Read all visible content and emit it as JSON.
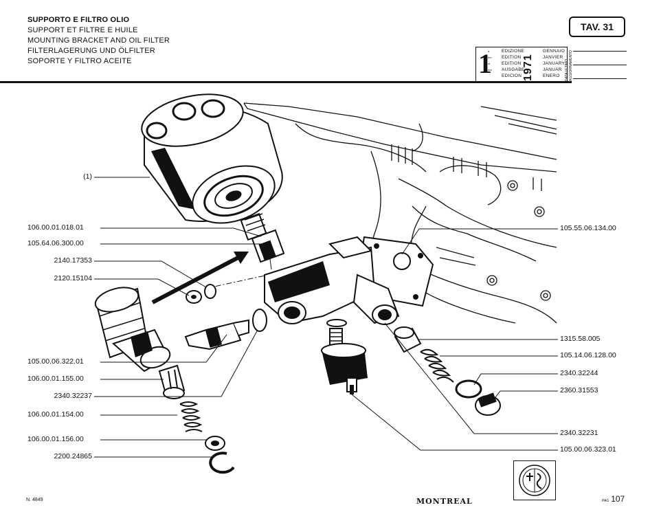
{
  "header": {
    "title_lines": [
      "SUPPORTO E FILTRO OLIO",
      "SUPPORT ET FILTRE E HUILE",
      "MOUNTING BRACKET AND OIL FILTER",
      "FILTERLAGERUNG UND ÖLFILTER",
      "SOPORTE Y FILTRO ACEITE"
    ],
    "table_number": "TAV. 31"
  },
  "edition": {
    "number": "1",
    "lang_marks": [
      "a",
      "ère",
      "st",
      "",
      "era"
    ],
    "labels": [
      "EDIZIONE",
      "EDITION",
      "EDITION",
      "AUSGABE",
      "EDICION"
    ],
    "year": "1971",
    "months": [
      "GENNAIO",
      "JANVIER",
      "JANUARY",
      "JANUAR",
      "ENERO"
    ],
    "update_label": "DATA ULTIMO AGGIORNAMENTO"
  },
  "parts": {
    "left": [
      {
        "code": "(1)"
      },
      {
        "code": "106.00.01.018.01"
      },
      {
        "code": "105.64.06.300.00"
      },
      {
        "code": "2140.17353"
      },
      {
        "code": "2120.15104"
      },
      {
        "code": "105.00.06.322.01"
      },
      {
        "code": "106.00.01.155.00"
      },
      {
        "code": "2340.32237"
      },
      {
        "code": "106.00.01.154.00"
      },
      {
        "code": "106.00.01.156.00"
      },
      {
        "code": "2200.24865"
      }
    ],
    "right": [
      {
        "code": "105.55.06.134.00"
      },
      {
        "code": "1315.58.005"
      },
      {
        "code": "105.14.06.128.00"
      },
      {
        "code": "2340.32244"
      },
      {
        "code": "2360.31553"
      },
      {
        "code": "2340.32231"
      },
      {
        "code": "105.00.06.323.01"
      }
    ]
  },
  "footer": {
    "doc_number": "N. 4849",
    "brand": "MONTREAL",
    "page_prefix": "PAG",
    "page_number": "107"
  }
}
